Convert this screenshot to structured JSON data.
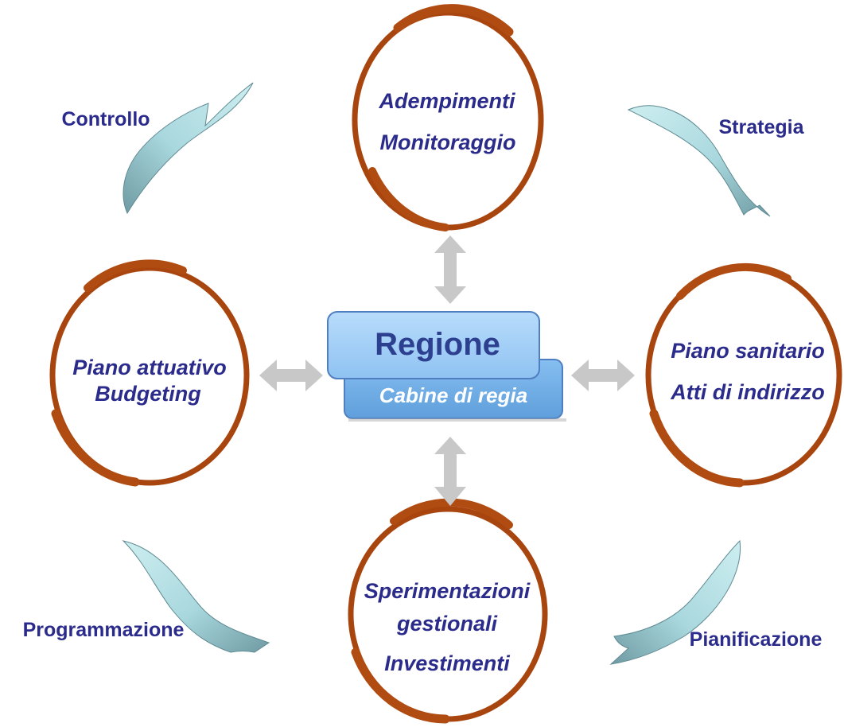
{
  "center": {
    "title": "Regione",
    "subtitle": "Cabine di regia"
  },
  "nodes": {
    "top": {
      "line1": "Adempimenti",
      "line2": "Monitoraggio"
    },
    "right": {
      "line1": "Piano sanitario",
      "line2": "Atti di indirizzo"
    },
    "bottom": {
      "line1": "Sperimentazioni",
      "line2": "gestionali",
      "line3": "Investimenti"
    },
    "left": {
      "line1": "Piano attuativo",
      "line2": "Budgeting"
    }
  },
  "cycle": {
    "top_right": "Strategia",
    "bottom_right": "Pianificazione",
    "bottom_left": "Programmazione",
    "top_left": "Controllo"
  },
  "colors": {
    "ring": "#c65a17",
    "box": "#9ccbf5",
    "box_border": "#4f7fc0",
    "arrow_grey": "#c8c8c8",
    "swoosh_light": "#bfe6ea",
    "swoosh_dark": "#6f9aa3",
    "text": "#2b2b8c"
  }
}
